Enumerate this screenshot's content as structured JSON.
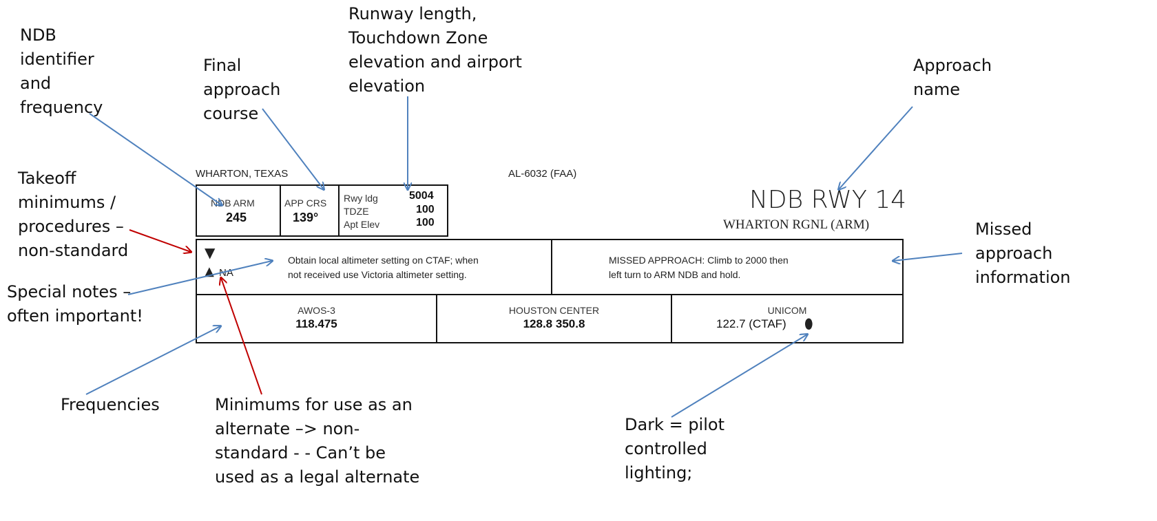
{
  "annotations": {
    "ndb": "NDB\nidentifier\nand\nfrequency",
    "final_course": "Final\napproach\ncourse",
    "runway": "Runway length,\nTouchdown Zone\nelevation and airport\nelevation",
    "approach_name": "Approach\nname",
    "takeoff": "Takeoff\nminimums /\nprocedures –\nnon-standard",
    "missed": "Missed\napproach\ninformation",
    "special": "Special notes –\noften important!",
    "frequencies": "Frequencies",
    "alternate": "Minimums for use as an\nalternate –> non-\nstandard - - Can’t be\nused as a legal alternate",
    "lighting": "Dark = pilot\ncontrolled\nlighting;"
  },
  "plate": {
    "location": "WHARTON, TEXAS",
    "chart_id": "AL-6032 (FAA)",
    "ndb_label": "NDB ARM",
    "ndb_freq": "245",
    "apch_crs_label": "APP CRS",
    "apch_crs_value": "139°",
    "rwy_ldg_label": "Rwy ldg",
    "rwy_ldg_value": "5004",
    "tdze_label": "TDZE",
    "tdze_value": "100",
    "apt_elev_label": "Apt Elev",
    "apt_elev_value": "100",
    "approach_title": "NDB RWY 14",
    "airport_name": "WHARTON RGNL (ARM)",
    "takeoff_symbol": "▼",
    "alternate_symbol": "▲",
    "alternate_na": "NA",
    "notes": "Obtain local altimeter setting on CTAF; when\nnot received use Victoria altimeter setting.",
    "missed_approach": "MISSED APPROACH:  Climb to 2000 then\nleft turn to ARM NDB and hold.",
    "awos_label": "AWOS-3",
    "awos_freq": "118.475",
    "houston_label": "HOUSTON CENTER",
    "houston_freq": "128.8  350.8",
    "unicom_label": "UNICOM",
    "unicom_freq": "122.7 (CTAF)",
    "lighting_symbol": "⬮"
  },
  "colors": {
    "blue_arrow": "#4f81bd",
    "red_arrow": "#c00000"
  }
}
